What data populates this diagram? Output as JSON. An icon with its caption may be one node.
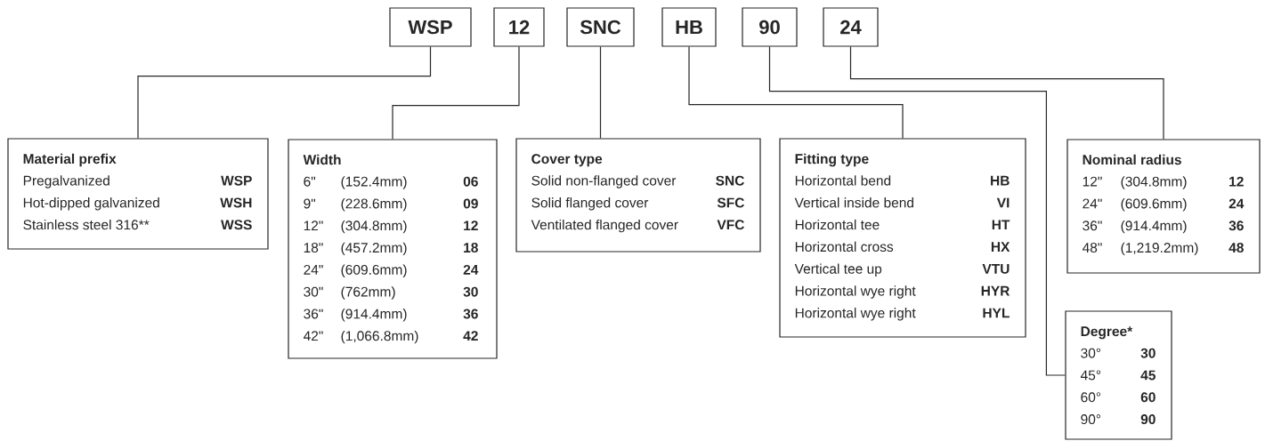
{
  "diagram": {
    "nodes": [
      {
        "text": [
          "WSP"
        ]
      },
      {
        "text": [
          "12"
        ]
      },
      {
        "text": [
          "SNC"
        ]
      },
      {
        "text": [
          "HB"
        ]
      },
      {
        "text": [
          "90"
        ]
      },
      {
        "text": [
          "24"
        ]
      },
      {
        "text": [
          "Material prefix",
          "Pregalvanized",
          "WSP",
          "Hot-dipped galvanized",
          "WSH",
          "Stainless steel 316**",
          "WSS"
        ]
      },
      {
        "text": [
          "Width",
          "6\"",
          "(152.4mm)",
          "06",
          "9\"",
          "(228.6mm)",
          "09",
          "12\"",
          "(304.8mm)",
          "12",
          "18\"",
          "(457.2mm)",
          "18",
          "24\"",
          "(609.6mm)",
          "24",
          "30\"",
          "(762mm)",
          "30",
          "36\"",
          "(914.4mm)",
          "36",
          "42\"",
          "(1,066.8mm)",
          "42"
        ]
      },
      {
        "text": [
          "Cover type",
          "Solid non-flanged cover",
          "SNC",
          "Solid flanged cover",
          "SFC",
          "Ventilated flanged cover",
          "VFC"
        ]
      },
      {
        "text": [
          "Fitting type",
          "Horizontal bend",
          "HB",
          "Vertical inside bend",
          "VI",
          "Horizontal tee",
          "HT",
          "Horizontal cross",
          "HX",
          "Vertical tee up",
          "VTU",
          "Horizontal wye right",
          "HYR",
          "Horizontal wye right",
          "HYL"
        ]
      },
      {
        "text": [
          "Nominal radius",
          "12\"",
          "(304.8mm)",
          "12",
          "24\"",
          "(609.6mm)",
          "24",
          "36\"",
          "(914.4mm)",
          "36",
          "48\"",
          "(1,219.2mm)",
          "48"
        ]
      },
      {
        "text": [
          "Degree*",
          "30°",
          "30",
          "45°",
          "45",
          "60°",
          "60",
          "90°",
          "90"
        ]
      }
    ],
    "edges": [
      {
        "from": 0,
        "to": 6,
        "arrow": "none"
      },
      {
        "from": 1,
        "to": 7,
        "arrow": "none"
      },
      {
        "from": 2,
        "to": 8,
        "arrow": "none"
      },
      {
        "from": 3,
        "to": 9,
        "arrow": "none"
      },
      {
        "from": 4,
        "to": 11,
        "arrow": "none"
      },
      {
        "from": 5,
        "to": 10,
        "arrow": "none"
      }
    ]
  }
}
